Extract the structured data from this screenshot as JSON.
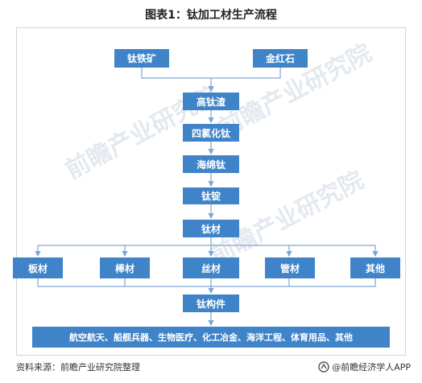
{
  "title": "图表1：钛加工材生产流程",
  "nodes": {
    "titanium_ore": "钛铁矿",
    "rutile": "金红石",
    "high_ti_slag": "高钛渣",
    "ticl4": "四氯化钛",
    "sponge": "海绵钛",
    "ingot": "钛锭",
    "material": "钛材",
    "plate": "板材",
    "bar": "棒材",
    "wire": "丝材",
    "tube": "管材",
    "other": "其他",
    "component": "钛构件",
    "applications": "航空航天、船舰兵器、生物医疗、化工冶金、海洋工程、体育用品、其他"
  },
  "watermark": "前瞻产业研究院",
  "source": "资料来源：前瞻产业研究院整理",
  "brand": "@前瞻经济学人APP",
  "colors": {
    "box": "#3f83c8",
    "line": "#7da7d6"
  }
}
